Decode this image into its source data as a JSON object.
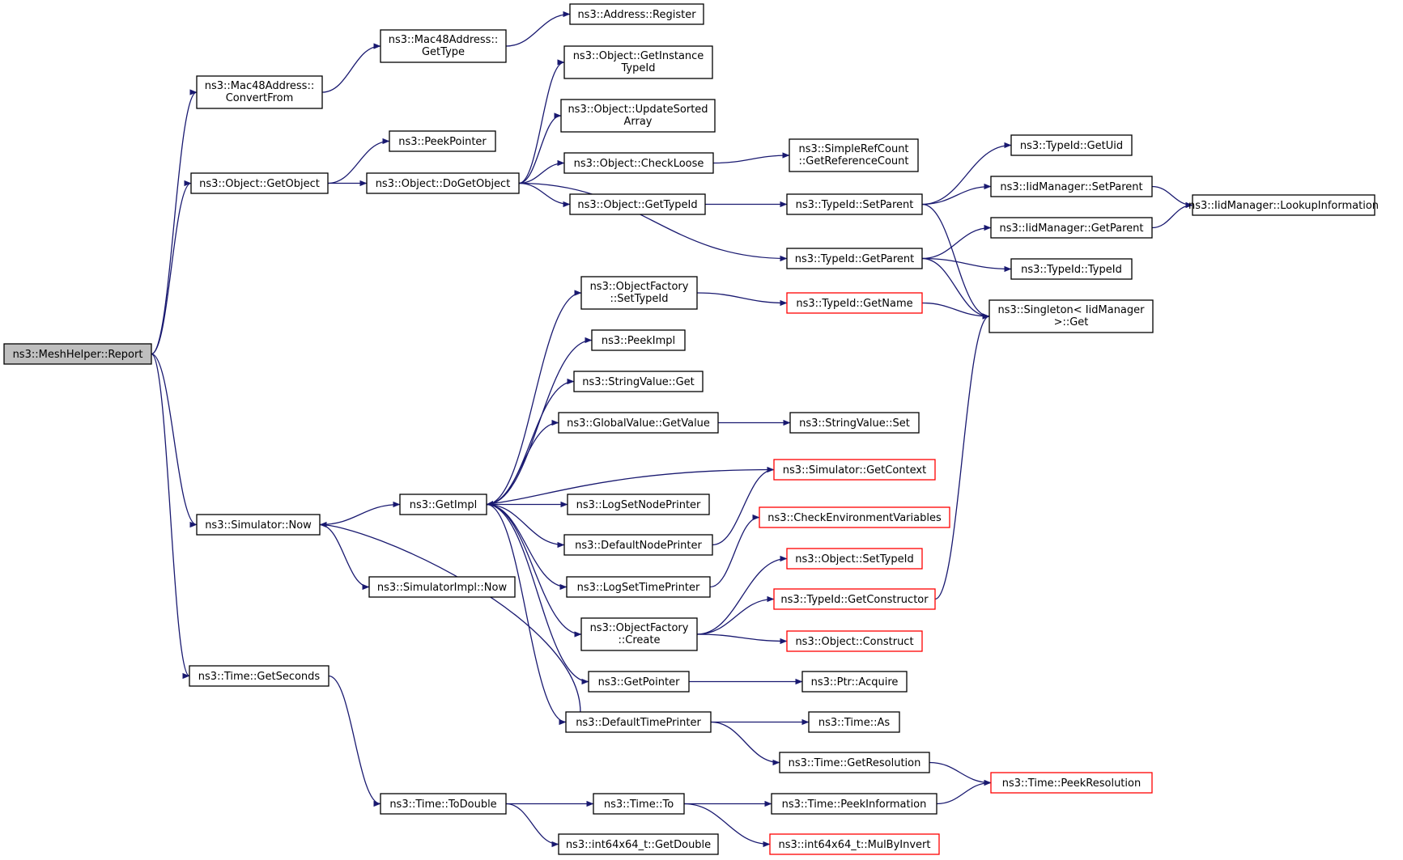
{
  "colors": {
    "edge": "#191970",
    "node_border": "#000000",
    "truncated_border": "#ff0000",
    "root_fill": "#bfbfbf",
    "node_fill": "#ffffff"
  },
  "nodes": [
    {
      "id": "report",
      "lines": [
        "ns3::MeshHelper::Report"
      ],
      "root": true
    },
    {
      "id": "convertfrom",
      "lines": [
        "ns3::Mac48Address::",
        "ConvertFrom"
      ]
    },
    {
      "id": "mac_gettype",
      "lines": [
        "ns3::Mac48Address::",
        "GetType"
      ]
    },
    {
      "id": "addr_register",
      "lines": [
        "ns3::Address::Register"
      ]
    },
    {
      "id": "getobject",
      "lines": [
        "ns3::Object::GetObject"
      ]
    },
    {
      "id": "peekpointer",
      "lines": [
        "ns3::PeekPointer"
      ]
    },
    {
      "id": "dogetobject",
      "lines": [
        "ns3::Object::DoGetObject"
      ]
    },
    {
      "id": "getinstancetypeid",
      "lines": [
        "ns3::Object::GetInstance",
        "TypeId"
      ]
    },
    {
      "id": "updatesortedarray",
      "lines": [
        "ns3::Object::UpdateSorted",
        "Array"
      ]
    },
    {
      "id": "checkloose",
      "lines": [
        "ns3::Object::CheckLoose"
      ]
    },
    {
      "id": "getrefcount",
      "lines": [
        "ns3::SimpleRefCount",
        "::GetReferenceCount"
      ]
    },
    {
      "id": "obj_gettypeid",
      "lines": [
        "ns3::Object::GetTypeId"
      ]
    },
    {
      "id": "tid_setparent",
      "lines": [
        "ns3::TypeId::SetParent"
      ]
    },
    {
      "id": "tid_getuid",
      "lines": [
        "ns3::TypeId::GetUid"
      ]
    },
    {
      "id": "iid_setparent",
      "lines": [
        "ns3::IidManager::SetParent"
      ]
    },
    {
      "id": "iid_lookup",
      "lines": [
        "ns3::IidManager::LookupInformation"
      ]
    },
    {
      "id": "iid_getparent",
      "lines": [
        "ns3::IidManager::GetParent"
      ]
    },
    {
      "id": "tid_getparent",
      "lines": [
        "ns3::TypeId::GetParent"
      ]
    },
    {
      "id": "tid_typeid",
      "lines": [
        "ns3::TypeId::TypeId"
      ]
    },
    {
      "id": "singleton_get",
      "lines": [
        "ns3::Singleton< IidManager",
        "  >::Get"
      ]
    },
    {
      "id": "of_settypeid",
      "lines": [
        "ns3::ObjectFactory",
        "::SetTypeId"
      ]
    },
    {
      "id": "tid_getname",
      "lines": [
        "ns3::TypeId::GetName"
      ],
      "truncated": true
    },
    {
      "id": "peekimpl",
      "lines": [
        "ns3::PeekImpl"
      ]
    },
    {
      "id": "sv_get",
      "lines": [
        "ns3::StringValue::Get"
      ]
    },
    {
      "id": "gv_getvalue",
      "lines": [
        "ns3::GlobalValue::GetValue"
      ]
    },
    {
      "id": "sv_set",
      "lines": [
        "ns3::StringValue::Set"
      ]
    },
    {
      "id": "sim_getcontext",
      "lines": [
        "ns3::Simulator::GetContext"
      ],
      "truncated": true
    },
    {
      "id": "getimpl",
      "lines": [
        "ns3::GetImpl"
      ]
    },
    {
      "id": "logsetnodeprinter",
      "lines": [
        "ns3::LogSetNodePrinter"
      ]
    },
    {
      "id": "sim_now",
      "lines": [
        "ns3::Simulator::Now"
      ]
    },
    {
      "id": "defaultnodeprinter",
      "lines": [
        "ns3::DefaultNodePrinter"
      ]
    },
    {
      "id": "checkenv",
      "lines": [
        "ns3::CheckEnvironmentVariables"
      ],
      "truncated": true
    },
    {
      "id": "obj_settypeid",
      "lines": [
        "ns3::Object::SetTypeId"
      ],
      "truncated": true
    },
    {
      "id": "simimpl_now",
      "lines": [
        "ns3::SimulatorImpl::Now"
      ]
    },
    {
      "id": "logsettimeprinter",
      "lines": [
        "ns3::LogSetTimePrinter"
      ]
    },
    {
      "id": "tid_getconstructor",
      "lines": [
        "ns3::TypeId::GetConstructor"
      ],
      "truncated": true
    },
    {
      "id": "of_create",
      "lines": [
        "ns3::ObjectFactory",
        "::Create"
      ]
    },
    {
      "id": "obj_construct",
      "lines": [
        "ns3::Object::Construct"
      ],
      "truncated": true
    },
    {
      "id": "time_getseconds",
      "lines": [
        "ns3::Time::GetSeconds"
      ]
    },
    {
      "id": "getpointer",
      "lines": [
        "ns3::GetPointer"
      ]
    },
    {
      "id": "ptr_acquire",
      "lines": [
        "ns3::Ptr::Acquire"
      ]
    },
    {
      "id": "defaulttimeprinter",
      "lines": [
        "ns3::DefaultTimePrinter"
      ]
    },
    {
      "id": "time_as",
      "lines": [
        "ns3::Time::As"
      ]
    },
    {
      "id": "time_getresolution",
      "lines": [
        "ns3::Time::GetResolution"
      ]
    },
    {
      "id": "time_peekresolution",
      "lines": [
        "ns3::Time::PeekResolution"
      ],
      "truncated": true
    },
    {
      "id": "time_todouble",
      "lines": [
        "ns3::Time::ToDouble"
      ]
    },
    {
      "id": "time_to",
      "lines": [
        "ns3::Time::To"
      ]
    },
    {
      "id": "time_peekinformation",
      "lines": [
        "ns3::Time::PeekInformation"
      ]
    },
    {
      "id": "i64_getdouble",
      "lines": [
        "ns3::int64x64_t::GetDouble"
      ]
    },
    {
      "id": "i64_mulbyinvert",
      "lines": [
        "ns3::int64x64_t::MulByInvert"
      ],
      "truncated": true
    }
  ],
  "edges": [
    [
      "report",
      "convertfrom"
    ],
    [
      "report",
      "getobject"
    ],
    [
      "report",
      "sim_now"
    ],
    [
      "report",
      "time_getseconds"
    ],
    [
      "convertfrom",
      "mac_gettype"
    ],
    [
      "mac_gettype",
      "addr_register"
    ],
    [
      "getobject",
      "peekpointer"
    ],
    [
      "getobject",
      "dogetobject"
    ],
    [
      "dogetobject",
      "getinstancetypeid"
    ],
    [
      "dogetobject",
      "updatesortedarray"
    ],
    [
      "dogetobject",
      "checkloose"
    ],
    [
      "dogetobject",
      "obj_gettypeid"
    ],
    [
      "dogetobject",
      "tid_getparent"
    ],
    [
      "checkloose",
      "getrefcount"
    ],
    [
      "obj_gettypeid",
      "tid_setparent"
    ],
    [
      "tid_setparent",
      "tid_getuid"
    ],
    [
      "tid_setparent",
      "iid_setparent"
    ],
    [
      "tid_setparent",
      "singleton_get"
    ],
    [
      "iid_setparent",
      "iid_lookup"
    ],
    [
      "iid_getparent",
      "iid_lookup"
    ],
    [
      "tid_getparent",
      "iid_getparent"
    ],
    [
      "tid_getparent",
      "tid_typeid"
    ],
    [
      "tid_getparent",
      "singleton_get"
    ],
    [
      "of_settypeid",
      "tid_getname"
    ],
    [
      "tid_getname",
      "singleton_get"
    ],
    [
      "getimpl",
      "of_settypeid"
    ],
    [
      "getimpl",
      "peekimpl"
    ],
    [
      "getimpl",
      "sv_get"
    ],
    [
      "getimpl",
      "gv_getvalue"
    ],
    [
      "gv_getvalue",
      "sv_set"
    ],
    [
      "sim_getcontext",
      "getimpl"
    ],
    [
      "getimpl",
      "logsetnodeprinter"
    ],
    [
      "getimpl",
      "defaultnodeprinter"
    ],
    [
      "getimpl",
      "logsettimeprinter"
    ],
    [
      "getimpl",
      "of_create"
    ],
    [
      "getimpl",
      "getpointer"
    ],
    [
      "getimpl",
      "defaulttimeprinter"
    ],
    [
      "defaultnodeprinter",
      "sim_getcontext"
    ],
    [
      "logsettimeprinter",
      "checkenv"
    ],
    [
      "of_create",
      "obj_settypeid"
    ],
    [
      "of_create",
      "tid_getconstructor"
    ],
    [
      "of_create",
      "obj_construct"
    ],
    [
      "tid_getconstructor",
      "singleton_get"
    ],
    [
      "sim_now",
      "getimpl"
    ],
    [
      "sim_now",
      "simimpl_now"
    ],
    [
      "defaulttimeprinter",
      "sim_now"
    ],
    [
      "getpointer",
      "ptr_acquire"
    ],
    [
      "defaulttimeprinter",
      "time_as"
    ],
    [
      "defaulttimeprinter",
      "time_getresolution"
    ],
    [
      "time_getresolution",
      "time_peekresolution"
    ],
    [
      "time_getseconds",
      "time_todouble"
    ],
    [
      "time_todouble",
      "time_to"
    ],
    [
      "time_todouble",
      "i64_getdouble"
    ],
    [
      "time_to",
      "time_peekinformation"
    ],
    [
      "time_to",
      "i64_mulbyinvert"
    ],
    [
      "time_peekinformation",
      "time_peekresolution"
    ]
  ]
}
